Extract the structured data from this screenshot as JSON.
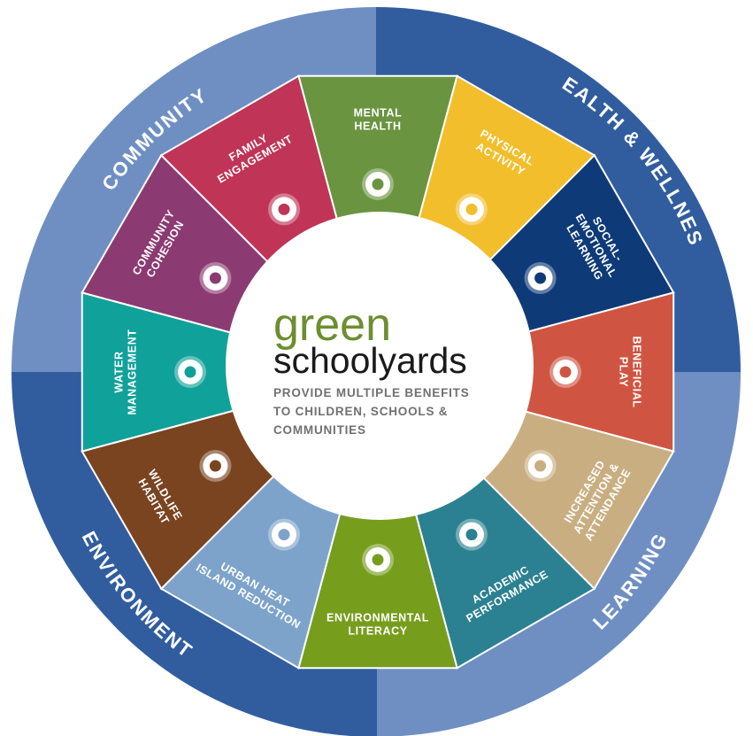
{
  "center": {
    "title_green": "green",
    "title_dark": "schoolyards",
    "subtitle_lines": [
      "PROVIDE MULTIPLE BENEFITS",
      "TO CHILDREN, SCHOOLS &",
      "COMMUNITIES"
    ]
  },
  "categories": [
    {
      "label": "COMMUNITY",
      "color": "#6f8fc3"
    },
    {
      "label": "HEALTH & WELLNESS",
      "color": "#315d9f"
    },
    {
      "label": "LEARNING",
      "color": "#6f8fc3"
    },
    {
      "label": "ENVIRONMENT",
      "color": "#315d9f"
    }
  ],
  "segments": [
    {
      "lines": [
        "MENTAL",
        "HEALTH"
      ],
      "color": "#6a9440",
      "icon": "lotus-icon"
    },
    {
      "lines": [
        "PHYSICAL",
        "ACTIVITY"
      ],
      "color": "#f2be2c",
      "icon": "runner-icon"
    },
    {
      "lines": [
        "SOCIAL-",
        "EMOTIONAL",
        "LEARNING"
      ],
      "color": "#0f3a78",
      "icon": "heads-icon"
    },
    {
      "lines": [
        "BENEFICIAL",
        "PLAY"
      ],
      "color": "#cf5542",
      "icon": "ball-icon"
    },
    {
      "lines": [
        "INCREASED",
        "ATTENTION &",
        "ATTENDANCE"
      ],
      "color": "#c9ae82",
      "icon": "apple-icon"
    },
    {
      "lines": [
        "ACADEMIC",
        "PERFORMANCE"
      ],
      "color": "#2b8191",
      "icon": "book-icon"
    },
    {
      "lines": [
        "ENVIRONMENTAL",
        "LITERACY"
      ],
      "color": "#779d1c",
      "icon": "drop-icon"
    },
    {
      "lines": [
        "URBAN HEAT",
        "ISLAND REDUCTION"
      ],
      "color": "#7da3cb",
      "icon": "tree-icon"
    },
    {
      "lines": [
        "WILDLIFE",
        "HABITAT"
      ],
      "color": "#7a4421",
      "icon": "bird-icon"
    },
    {
      "lines": [
        "WATER",
        "MANAGEMENT"
      ],
      "color": "#10a19a",
      "icon": "leaf-icon"
    },
    {
      "lines": [
        "COMMUNITY",
        "COHESION"
      ],
      "color": "#8c3a72",
      "icon": "bench-icon"
    },
    {
      "lines": [
        "FAMILY",
        "ENGAGEMENT"
      ],
      "color": "#c03457",
      "icon": "family-icon"
    }
  ]
}
